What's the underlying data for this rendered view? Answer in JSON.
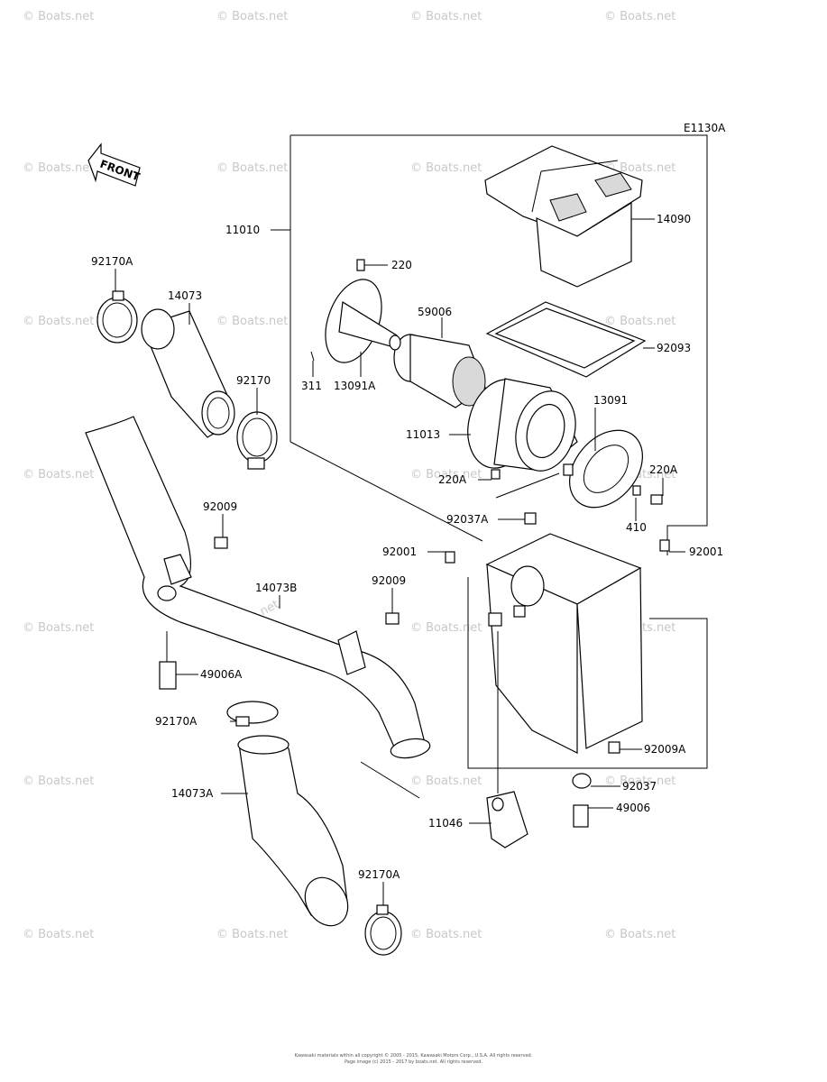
{
  "diagram_code": "E1130A",
  "front_label": "FRONT",
  "watermark": "© Boats.net",
  "labels": {
    "p11010": "11010",
    "p14090": "14090",
    "p220": "220",
    "p59006": "59006",
    "p92093": "92093",
    "p311": "311",
    "p13091A": "13091A",
    "p13091": "13091",
    "p11013": "11013",
    "p220A_l": "220A",
    "p220A_r": "220A",
    "p410": "410",
    "p92037A": "92037A",
    "p92001_l": "92001",
    "p92001_r": "92001",
    "p92170A_top": "92170A",
    "p14073": "14073",
    "p92170": "92170",
    "p92009_a": "92009",
    "p92009_b": "92009",
    "p14073B": "14073B",
    "p49006A": "49006A",
    "p92170A_mid": "92170A",
    "p14073A": "14073A",
    "p92170A_bot": "92170A",
    "p92009A": "92009A",
    "p92037": "92037",
    "p49006": "49006",
    "p11046": "11046"
  },
  "footer": {
    "line1": "Kawasaki materials within all copyright © 2005 - 2015, Kawasaki Motors Corp., U.S.A. All rights reserved.",
    "line2": "Page image (c) 2015 - 2017 by boats.net. All rights reserved."
  }
}
